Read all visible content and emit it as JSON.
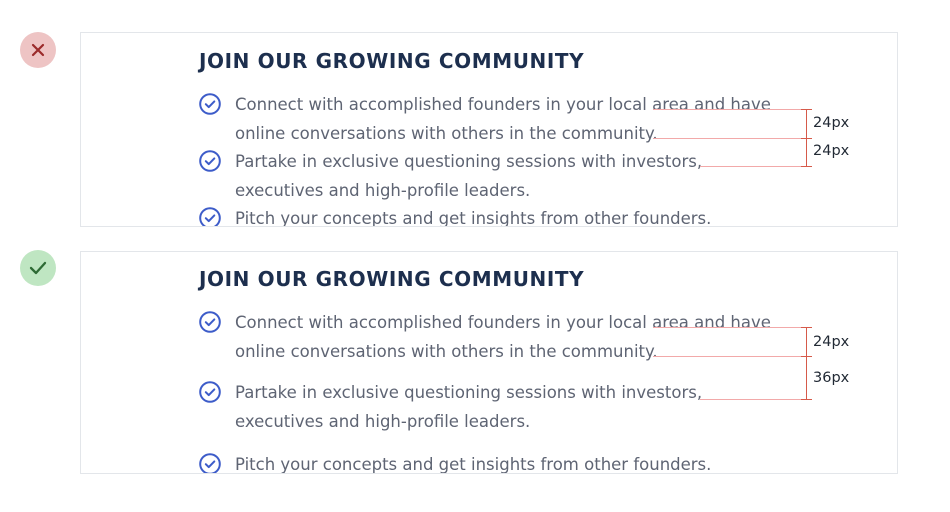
{
  "examples": [
    {
      "status": "incorrect",
      "status_icon": "close-icon",
      "status_color": "#eec4c4",
      "heading": "JOIN OUR GROWING COMMUNITY",
      "items": [
        {
          "icon": "check-circle-icon",
          "text": "Connect with accomplished founders in your local area and have online conversations with others in the community."
        },
        {
          "icon": "check-circle-icon",
          "text": "Partake in exclusive questioning sessions with investors, executives and high-profile leaders."
        },
        {
          "icon": "check-circle-icon",
          "text": "Pitch your concepts and get insights from other founders."
        }
      ],
      "measurements": [
        "24px",
        "24px"
      ]
    },
    {
      "status": "correct",
      "status_icon": "checkmark-icon",
      "status_color": "#bfe6c2",
      "heading": "JOIN OUR GROWING COMMUNITY",
      "items": [
        {
          "icon": "check-circle-icon",
          "text": "Connect with accomplished founders in your local area and have online conversations with others in the community."
        },
        {
          "icon": "check-circle-icon",
          "text": "Partake in exclusive questioning sessions with investors, executives and high-profile leaders."
        },
        {
          "icon": "check-circle-icon",
          "text": "Pitch your concepts and get insights from other founders."
        }
      ],
      "measurements": [
        "24px",
        "36px"
      ]
    }
  ],
  "colors": {
    "heading": "#1d2f4e",
    "body_text": "#5e6473",
    "check_icon": "#3d5cc9",
    "guide_line": "#f2a9a9",
    "ruler": "#d65a4a"
  }
}
